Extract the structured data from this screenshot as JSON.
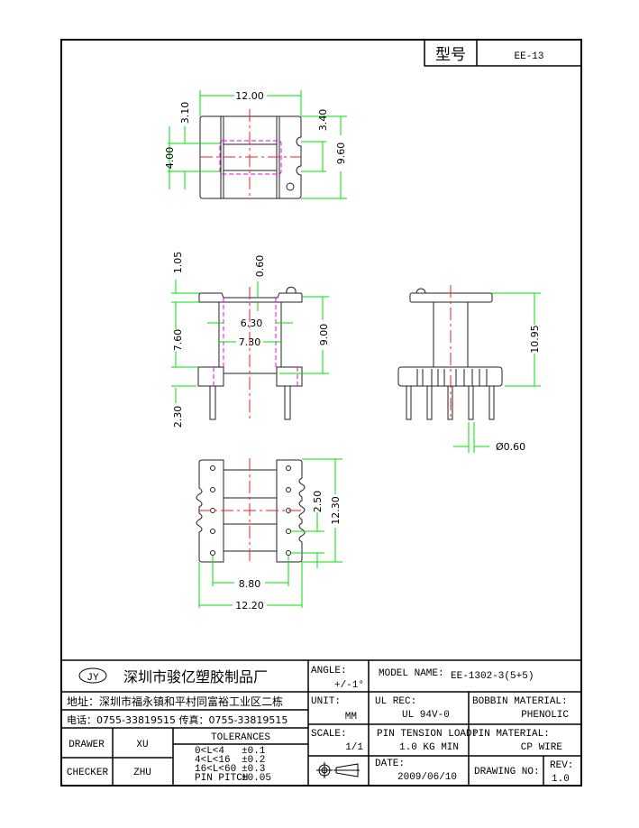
{
  "header": {
    "type_label": "型号",
    "type_value": "EE-13"
  },
  "dimensions": {
    "top_width": "12.00",
    "top_3_10": "3.10",
    "top_4_00": "4.00",
    "top_3_40": "3.40",
    "top_9_60": "9.60",
    "front_1_05": "1.05",
    "front_0_60": "0.60",
    "front_6_30": "6.30",
    "front_7_30": "7.30",
    "front_7_60": "7.60",
    "front_9_00": "9.00",
    "front_2_30": "2.30",
    "side_10_95": "10.95",
    "pin_dia": "Ø0.60",
    "bottom_2_50": "2.50",
    "bottom_12_30": "12.30",
    "bottom_8_80": "8.80",
    "bottom_12_20": "12.20"
  },
  "title_block": {
    "logo": "JY",
    "company": "深圳市骏亿塑胶制品厂",
    "address": "地址：深圳市福永镇和平村同富裕工业区二栋",
    "phone": "电话：0755-33819515  传真：0755-33819515",
    "drawer_label": "DRAWER",
    "drawer": "XU",
    "checker_label": "CHECKER",
    "checker": "ZHU",
    "tolerances_title": "TOLERANCES",
    "tolerances": [
      {
        "range": "0<L<4",
        "value": "±0.1"
      },
      {
        "range": "4<L<16",
        "value": "±0.2"
      },
      {
        "range": "16<L<60",
        "value": "±0.3"
      },
      {
        "range": "PIN PITCH",
        "value": "±0.05"
      }
    ],
    "angle_label": "ANGLE:",
    "angle": "+/-1°",
    "unit_label": "UNIT:",
    "unit": "MM",
    "scale_label": "SCALE:",
    "scale": "1/1",
    "model_label": "MODEL NAME:",
    "model": "EE-1302-3(5+5)",
    "ul_label": "UL REC:",
    "ul": "UL 94V-0",
    "bobbin_label": "BOBBIN MATERIAL:",
    "bobbin": "PHENOLIC",
    "pin_tension_label": "PIN TENSION LOAD:",
    "pin_tension": "1.0 KG MIN",
    "pin_material_label": "PIN MATERIAL:",
    "pin_material": "CP WIRE",
    "date_label": "DATE:",
    "date": "2009/06/10",
    "drawing_no_label": "DRAWING NO:",
    "rev_label": "REV:",
    "rev": "1.0"
  },
  "colors": {
    "dimension": "#00e000",
    "centerline": "#ee2020",
    "hidden": "#ee00ee"
  }
}
